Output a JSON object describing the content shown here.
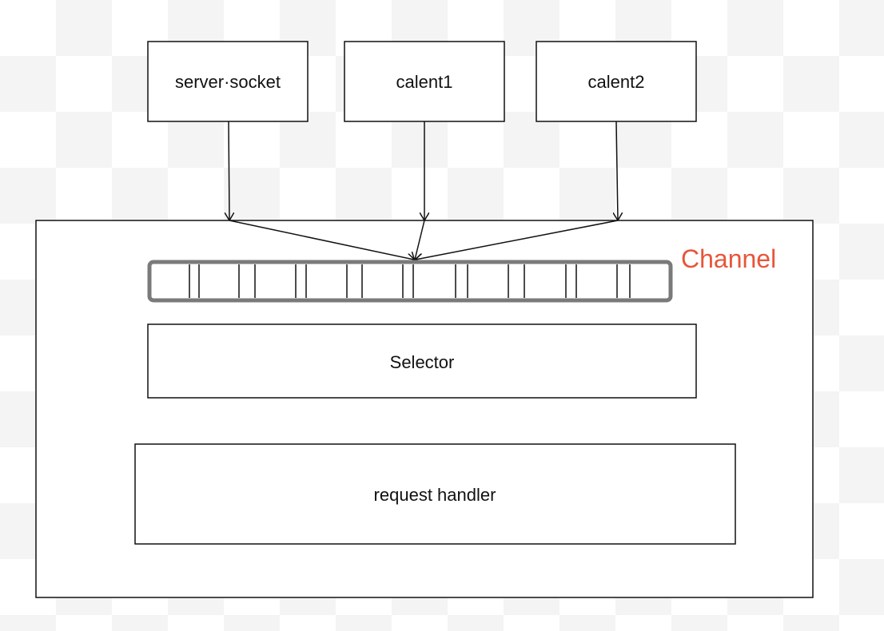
{
  "diagram": {
    "nodes": {
      "server_socket": "server·socket",
      "client1": "calent1",
      "client2": "calent2",
      "selector": "Selector",
      "request_handler": "request handler"
    },
    "channel_label": "Channel",
    "colors": {
      "line": "#111111",
      "channel_label": "#e8553a",
      "queue_border": "#7a7a7a"
    }
  }
}
